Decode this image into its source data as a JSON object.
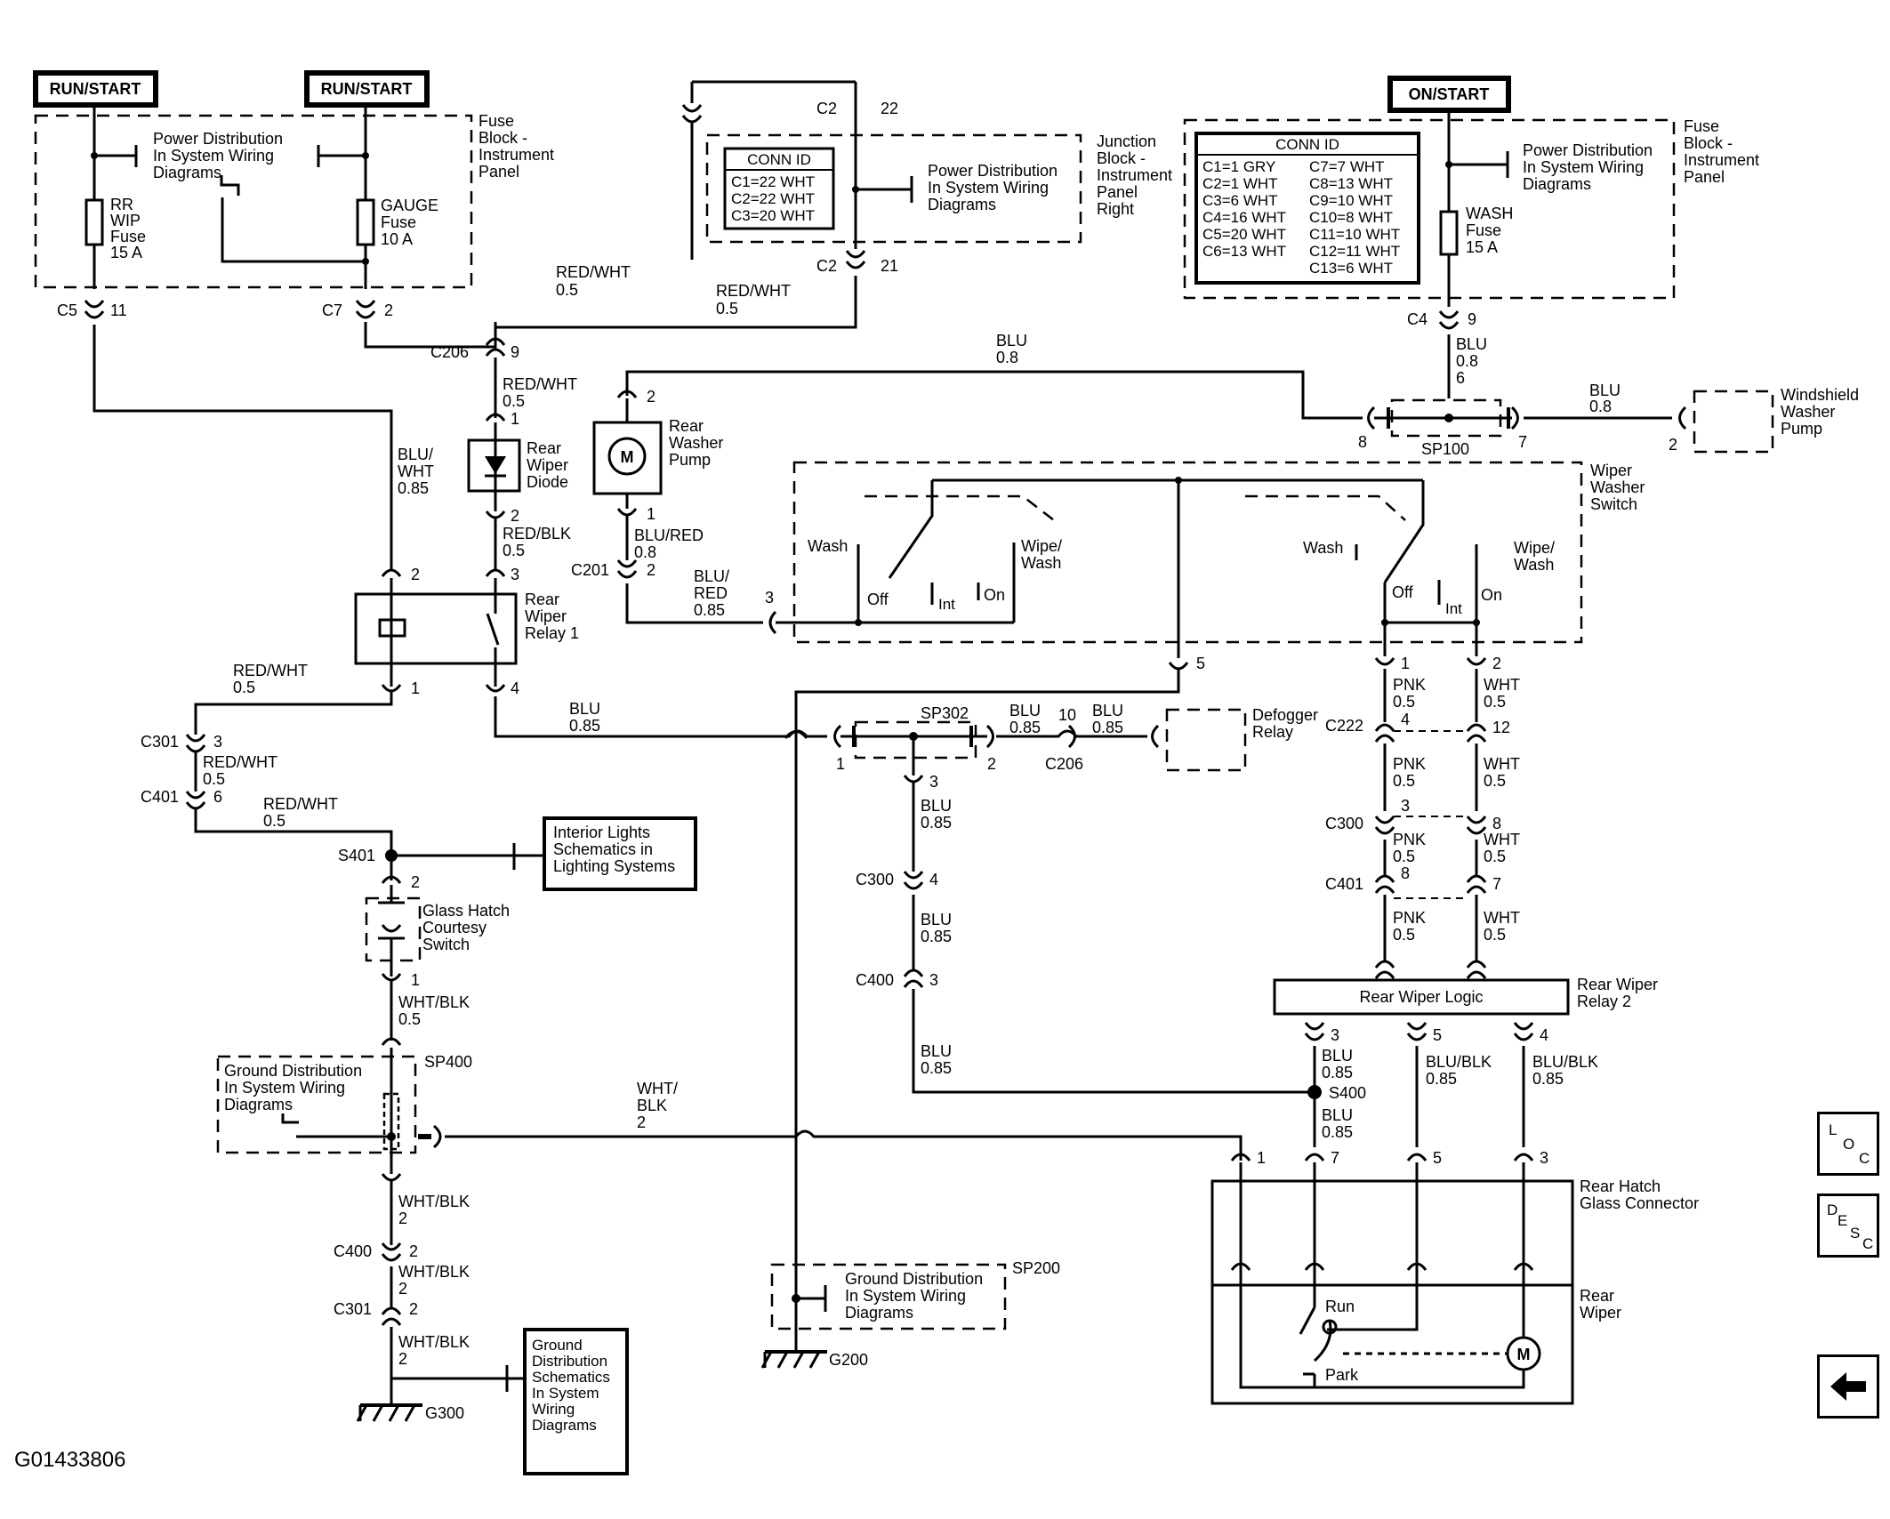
{
  "diagram_id": "G01433806",
  "power_boxes": [
    "RUN/START",
    "RUN/START",
    "ON/START"
  ],
  "fuse_block_left": [
    "Fuse",
    "Block -",
    "Instrument",
    "Panel"
  ],
  "fuse_block_right": [
    "Fuse",
    "Block -",
    "Instrument",
    "Panel"
  ],
  "junction_block": [
    "Junction",
    "Block -",
    "Instrument",
    "Panel",
    "Right"
  ],
  "power_dist_ref": [
    "Power Distribution",
    "In System Wiring",
    "Diagrams"
  ],
  "fuses": {
    "rr_wip": [
      "RR",
      "WIP",
      "Fuse",
      "15 A"
    ],
    "gauge": [
      "GAUGE",
      "Fuse",
      "10 A"
    ],
    "wash": [
      "WASH",
      "Fuse",
      "15 A"
    ]
  },
  "conn_id_junction": {
    "title": "CONN ID",
    "rows": [
      "C1=22 WHT",
      "C2=22 WHT",
      "C3=20 WHT"
    ]
  },
  "conn_id_fuse": {
    "title": "CONN ID",
    "left": [
      "C1=1 GRY",
      "C2=1 WHT",
      "C3=6 WHT",
      "C4=16 WHT",
      "C5=20 WHT",
      "C6=13 WHT"
    ],
    "right": [
      "C7=7 WHT",
      "C8=13 WHT",
      "C9=10 WHT",
      "C10=8 WHT",
      "C11=10 WHT",
      "C12=11 WHT",
      "C13=6 WHT"
    ]
  },
  "connectors": {
    "c5": "C5",
    "c5p": "11",
    "c7": "C7",
    "c7p": "2",
    "c2": "C2",
    "c2a": "22",
    "c2b": "21",
    "c206": "C206",
    "c206p": "9",
    "c4": "C4",
    "c4p": "9",
    "c201": "C201",
    "c201p": "2",
    "c301": "C301",
    "c301p": "3",
    "c401": "C401",
    "c401p": "6",
    "s401": "S401",
    "c222": "C222",
    "c222a": "4",
    "c222b": "12",
    "c300": "C300",
    "c300a": "3",
    "c300b": "8",
    "c401b": "C401",
    "c401a": "8",
    "c401c": "7",
    "c206b": "C206",
    "c206bp": "10",
    "c300c": "C300",
    "c300cp": "4",
    "c400c": "C400",
    "c400cp": "3",
    "c400d": "C400",
    "c400dp": "2",
    "c301d": "C301",
    "c301dp": "2",
    "s400": "S400"
  },
  "wires": {
    "redwht": "RED/WHT",
    "g05": "0.5",
    "blu": "BLU",
    "g08": "0.8",
    "g085": "0.85",
    "bluwht": [
      "BLU/",
      "WHT",
      "0.85"
    ],
    "redblk": "RED/BLK",
    "blured": "BLU/RED",
    "blured2": [
      "BLU/",
      "RED",
      "0.85"
    ],
    "pnk": "PNK",
    "wht": "WHT",
    "whtblk": "WHT/BLK",
    "whtblk2": [
      "WHT/",
      "BLK",
      "2"
    ],
    "g2": "2",
    "blublk": "BLU/BLK"
  },
  "components": {
    "rear_wiper_diode": [
      "Rear",
      "Wiper",
      "Diode"
    ],
    "rear_washer_pump": [
      "Rear",
      "Washer",
      "Pump"
    ],
    "rear_wiper_relay1": [
      "Rear",
      "Wiper",
      "Relay 1"
    ],
    "windshield_washer_pump": [
      "Windshield",
      "Washer",
      "Pump"
    ],
    "wiper_washer_switch": [
      "Wiper",
      "Washer",
      "Switch"
    ],
    "defogger_relay": [
      "Defogger",
      "Relay"
    ],
    "interior_lights": [
      "Interior Lights",
      "Schematics in",
      "Lighting Systems"
    ],
    "glass_hatch": [
      "Glass Hatch",
      "Courtesy",
      "Switch"
    ],
    "ground_dist": [
      "Ground Distribution",
      "In System Wiring",
      "Diagrams"
    ],
    "ground_schem": [
      "Ground",
      "Distribution",
      "Schematics",
      "In System",
      "Wiring",
      "Diagrams"
    ],
    "rear_wiper_logic": "Rear Wiper Logic",
    "rear_wiper_relay2": [
      "Rear Wiper",
      "Relay 2"
    ],
    "rear_hatch": [
      "Rear Hatch",
      "Glass Connector"
    ],
    "rear_wiper": [
      "Rear",
      "Wiper"
    ],
    "motor": "M"
  },
  "switch_labels": {
    "wash": "Wash",
    "wipe_wash": [
      "Wipe/",
      "Wash"
    ],
    "off": "Off",
    "int": "Int",
    "on": "On"
  },
  "splices": {
    "sp100": "SP100",
    "sp302": "SP302",
    "sp400": "SP400",
    "sp200": "SP200"
  },
  "grounds": {
    "g200": "G200",
    "g300": "G300"
  },
  "rear_wiper_states": {
    "run": "Run",
    "park": "Park"
  },
  "nav": {
    "loc": [
      "L",
      "O",
      "C"
    ],
    "desc": [
      "D",
      "E",
      "S",
      "C"
    ],
    "back_icon": "left-arrow-icon"
  }
}
